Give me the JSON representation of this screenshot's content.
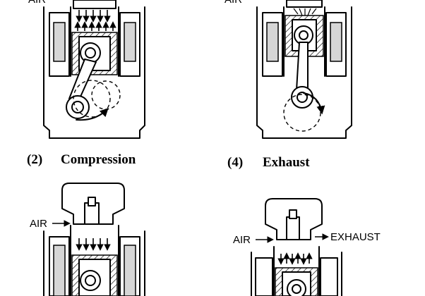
{
  "panels": [
    {
      "number": "(2)",
      "title": "Compression",
      "labels": [
        "AIR"
      ]
    },
    {
      "number": "(4)",
      "title": "Exhaust",
      "labels": [
        "AIR"
      ]
    },
    {
      "number": "",
      "title": "",
      "labels": [
        "AIR"
      ]
    },
    {
      "number": "",
      "title": "",
      "labels": [
        "AIR",
        "EXHAUST"
      ]
    }
  ]
}
